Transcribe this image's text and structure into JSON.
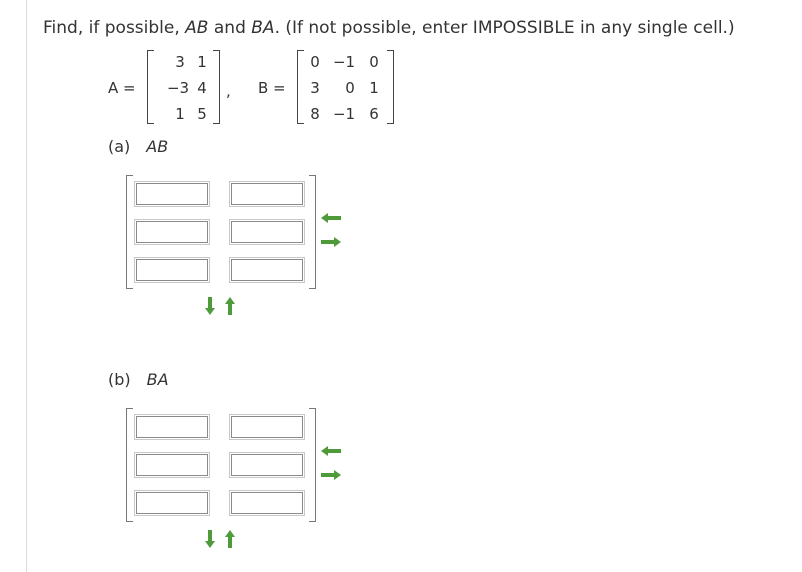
{
  "question": {
    "prefix": "Find, if possible, ",
    "ab": "AB",
    "and": " and ",
    "ba": "BA",
    "suffix": ". (If not possible, enter IMPOSSIBLE in any single cell.)"
  },
  "matrix_a": {
    "label": "A =",
    "rows": [
      [
        "3",
        "1"
      ],
      [
        "−3",
        "4"
      ],
      [
        "1",
        "5"
      ]
    ]
  },
  "comma": ",",
  "matrix_b": {
    "label": "B =",
    "rows": [
      [
        "0",
        "−1",
        "0"
      ],
      [
        "3",
        "0",
        "1"
      ],
      [
        "8",
        "−1",
        "6"
      ]
    ]
  },
  "part_a": {
    "letter": "(a)",
    "label": "AB"
  },
  "part_b": {
    "letter": "(b)",
    "label": "BA"
  },
  "colors": {
    "arrow_green": "#4f9a3a",
    "text": "#333333",
    "cell_border": "#8a8a8a"
  },
  "icons": {
    "add_column": "arrow-right-icon",
    "remove_column": "arrow-left-icon",
    "add_row": "arrow-down-icon",
    "remove_row": "arrow-up-icon"
  }
}
